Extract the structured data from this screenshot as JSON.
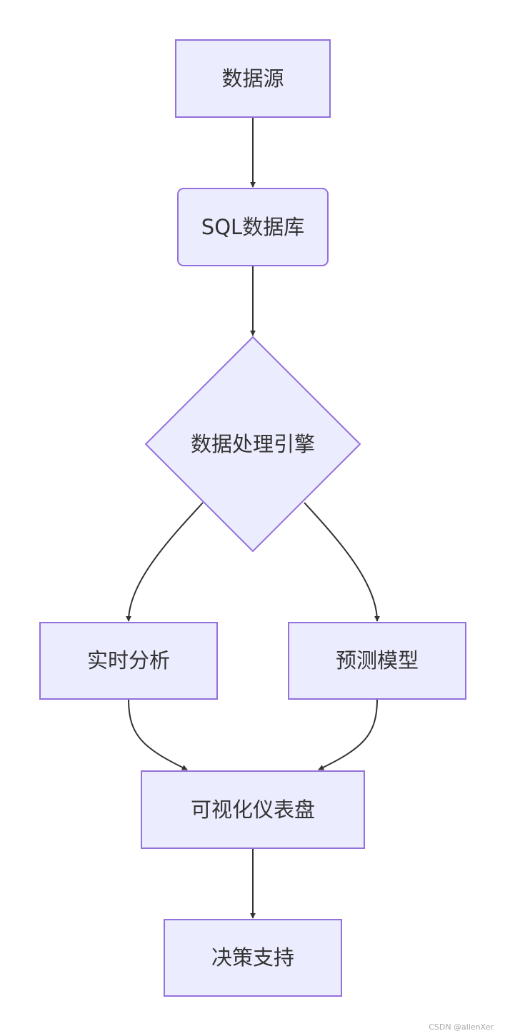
{
  "nodes": {
    "data_source": "数据源",
    "sql_database": "SQL数据库",
    "processing_engine": "数据处理引擎",
    "realtime_analysis": "实时分析",
    "predictive_model": "预测模型",
    "dashboard": "可视化仪表盘",
    "decision_support": "决策支持"
  },
  "watermark": "CSDN @allenXer",
  "colors": {
    "node_fill": "#ECECFF",
    "node_stroke": "#9370DB",
    "edge": "#333333",
    "text": "#333333"
  }
}
